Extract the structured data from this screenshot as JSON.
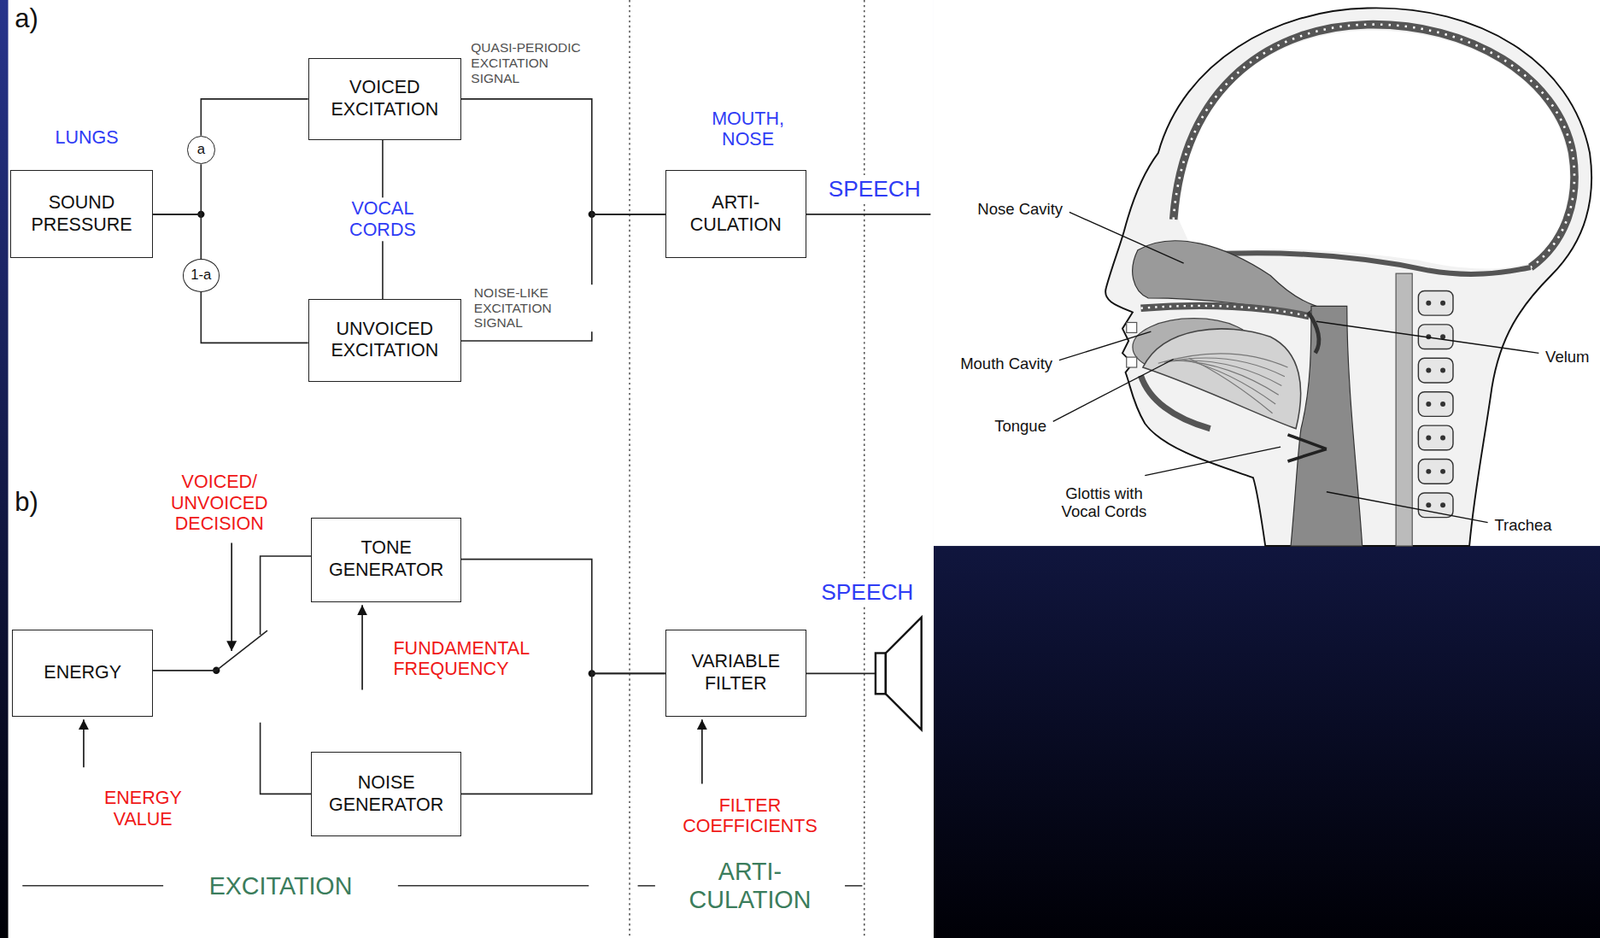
{
  "diagram": {
    "nodes": [
      {
        "text": [
          "SOUND PRESSURE"
        ]
      },
      {
        "text": [
          "a"
        ]
      },
      {
        "text": [
          "VOICED EXCITATION"
        ]
      },
      {
        "text": [
          "1-a"
        ]
      },
      {
        "text": [
          "UNVOICED EXCITATION"
        ]
      },
      {
        "text": [
          "ARTI- CULATION"
        ]
      },
      {
        "text": [
          "ENERGY"
        ]
      },
      {
        "text": [
          "TONE GENERATOR"
        ]
      },
      {
        "text": [
          "NOISE GENERATOR"
        ]
      },
      {
        "text": [
          "VARIABLE FILTER"
        ]
      }
    ],
    "edges": [
      {
        "from": 0,
        "to": 1,
        "arrow": "none"
      },
      {
        "from": 1,
        "to": 2,
        "arrow": "none"
      },
      {
        "from": 0,
        "to": 3,
        "arrow": "none"
      },
      {
        "from": 3,
        "to": 4,
        "arrow": "none"
      },
      {
        "from": 2,
        "to": 4,
        "label": "VOCAL CORDS",
        "arrow": "none"
      },
      {
        "from": 2,
        "to": 5,
        "arrow": "none"
      },
      {
        "from": 4,
        "to": 5,
        "arrow": "none"
      },
      {
        "from": 6,
        "to": 7,
        "arrow": "none"
      },
      {
        "from": 6,
        "to": 8,
        "arrow": "none"
      },
      {
        "from": 7,
        "to": 9,
        "arrow": "none"
      },
      {
        "from": 8,
        "to": 9,
        "arrow": "none"
      }
    ],
    "labels": [
      "a)",
      "LUNGS",
      "QUASI-PERIODIC EXCITATION SIGNAL",
      "NOISE-LIKE EXCITATION SIGNAL",
      "MOUTH, NOSE",
      "SPEECH",
      "b)",
      "VOICED/ UNVOICED DECISION",
      "FUNDAMENTAL FREQUENCY",
      "ENERGY VALUE",
      "FILTER COEFFICIENTS",
      "SPEECH",
      "EXCITATION",
      "ARTI- CULATION",
      "Nose Cavity",
      "Mouth Cavity",
      "Tongue",
      "Glottis with Vocal Cords",
      "Velum",
      "Trachea"
    ]
  }
}
